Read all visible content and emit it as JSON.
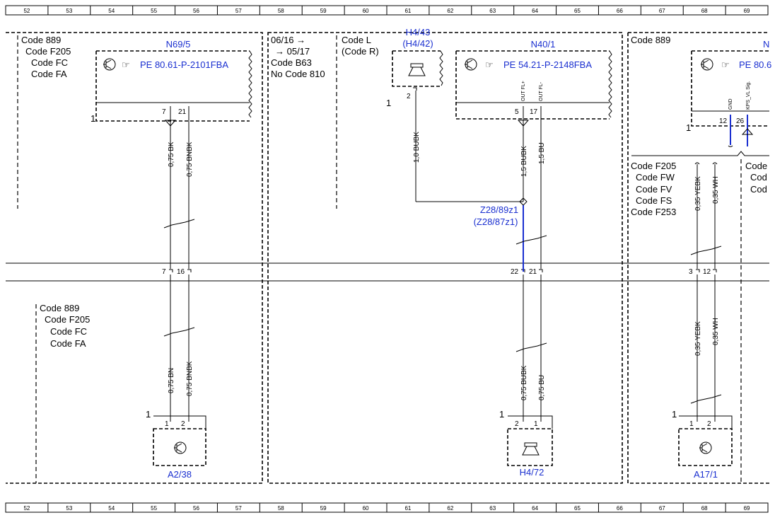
{
  "ruler": {
    "columns": [
      "52",
      "53",
      "54",
      "55",
      "56",
      "57",
      "58",
      "59",
      "60",
      "61",
      "62",
      "63",
      "64",
      "65",
      "66",
      "67",
      "68",
      "69"
    ]
  },
  "colors": {
    "text": "#000000",
    "reference": "#1a2fd0",
    "highlight_wire": "#1a2fd0"
  },
  "sections": {
    "left_top_codes": [
      "Code 889",
      "Code F205",
      "Code FC",
      "Code FA"
    ],
    "left_bottom_codes": [
      "Code 889",
      "Code F205",
      "Code FC",
      "Code FA"
    ],
    "middle_date": [
      "06/16 →",
      "→ 05/17",
      "Code B63",
      "No Code 810"
    ],
    "middle_codeL": [
      "Code L",
      "(Code R)"
    ],
    "right_top_code": "Code 889",
    "right_mid_codes": [
      "Code F205",
      "Code FW",
      "Code FV",
      "Code FS",
      "Code F253"
    ],
    "far_right_codes": [
      "Code",
      "Cod",
      "Cod"
    ]
  },
  "components": {
    "n69": {
      "id": "N69/5",
      "ref": "PE 80.61-P-2101FBA",
      "pins": [
        "7",
        "21"
      ],
      "ground_mark": "1"
    },
    "h443": {
      "id": "H4/43",
      "alt": "(H4/42)",
      "pin": "2",
      "ground_mark": "1"
    },
    "n40": {
      "id": "N40/1",
      "ref": "PE 54.21-P-2148FBA",
      "pins": [
        "5",
        "17"
      ],
      "pin_labels": [
        "OUT FL+",
        "OUT FL-"
      ]
    },
    "n80": {
      "id": "N",
      "ref": "PE 80.6",
      "pins": [
        "12",
        "26"
      ],
      "pin_labels": [
        "GND",
        "KPS_VL Sig."
      ],
      "ground_mark": "1"
    },
    "a238": {
      "id": "A2/38",
      "pins": [
        "1",
        "2"
      ],
      "ground_mark": "1"
    },
    "h472": {
      "id": "H4/72",
      "pins": [
        "2",
        "1"
      ],
      "ground_mark": "1"
    },
    "a171": {
      "id": "A17/1",
      "pins": [
        "1",
        "2"
      ],
      "ground_mark": "1"
    }
  },
  "splice": {
    "id": "Z28/89z1",
    "alt": "(Z28/87z1)"
  },
  "connector_pins": [
    "7",
    "16",
    "22",
    "21",
    "3",
    "12"
  ],
  "wires": {
    "n69_upper": [
      "0,75 BK",
      "0,75 BNBK"
    ],
    "n69_lower": [
      "0,75 BN",
      "0,75 BNBK"
    ],
    "h443": "1,0 BUBK",
    "n40_upper": [
      "1,5 BUBK",
      "1,5 BU"
    ],
    "n40_lower": [
      "0,75 BUBK",
      "0,75 BU"
    ],
    "a17_upper": [
      "0,35 YEBK",
      "0,35 WH"
    ],
    "a17_lower": [
      "0,35 YEBK",
      "0,35 WH"
    ]
  }
}
